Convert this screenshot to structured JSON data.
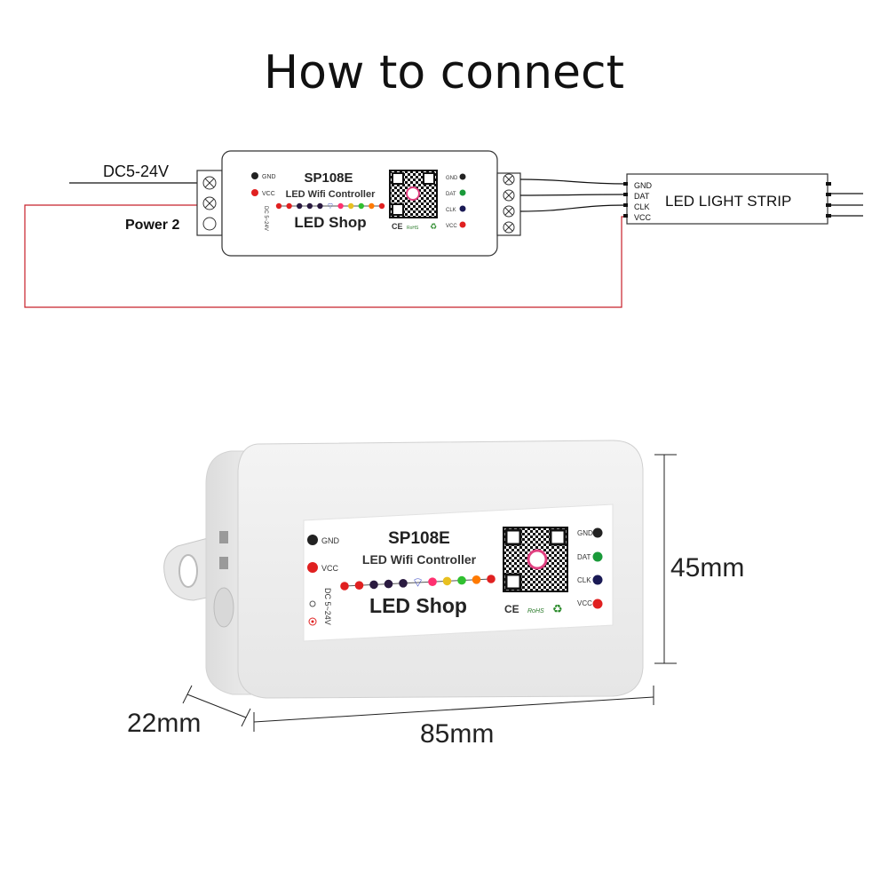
{
  "title": "How to connect",
  "diagram": {
    "input_label": "DC5-24V",
    "power_label": "Power 2",
    "strip_label": "LED LIGHT STRIP",
    "strip_pins": [
      "GND",
      "DAT",
      "CLK",
      "VCC"
    ]
  },
  "controller": {
    "model": "SP108E",
    "subtitle": "LED Wifi Controller",
    "brand": "LED Shop",
    "left_pins": [
      "GND",
      "VCC"
    ],
    "right_pins": [
      "GND",
      "DAT",
      "CLK",
      "VCC"
    ],
    "dc_text": "DC 5~24V",
    "marks": [
      "CE",
      "RoHS"
    ],
    "pin_colors": {
      "GND": "#222222",
      "VCC": "#e02020",
      "DAT": "#1a9a3a",
      "CLK": "#1a1a55"
    },
    "dot_colors": [
      "#e02020",
      "#e02020",
      "#2a1a40",
      "#2a1a40",
      "#2a1a40",
      "#3040c0",
      "#ff3070",
      "#e8c020",
      "#30c030",
      "#ff7a00",
      "#e02020"
    ]
  },
  "dimensions": {
    "height": "45mm",
    "width": "85mm",
    "depth": "22mm"
  }
}
